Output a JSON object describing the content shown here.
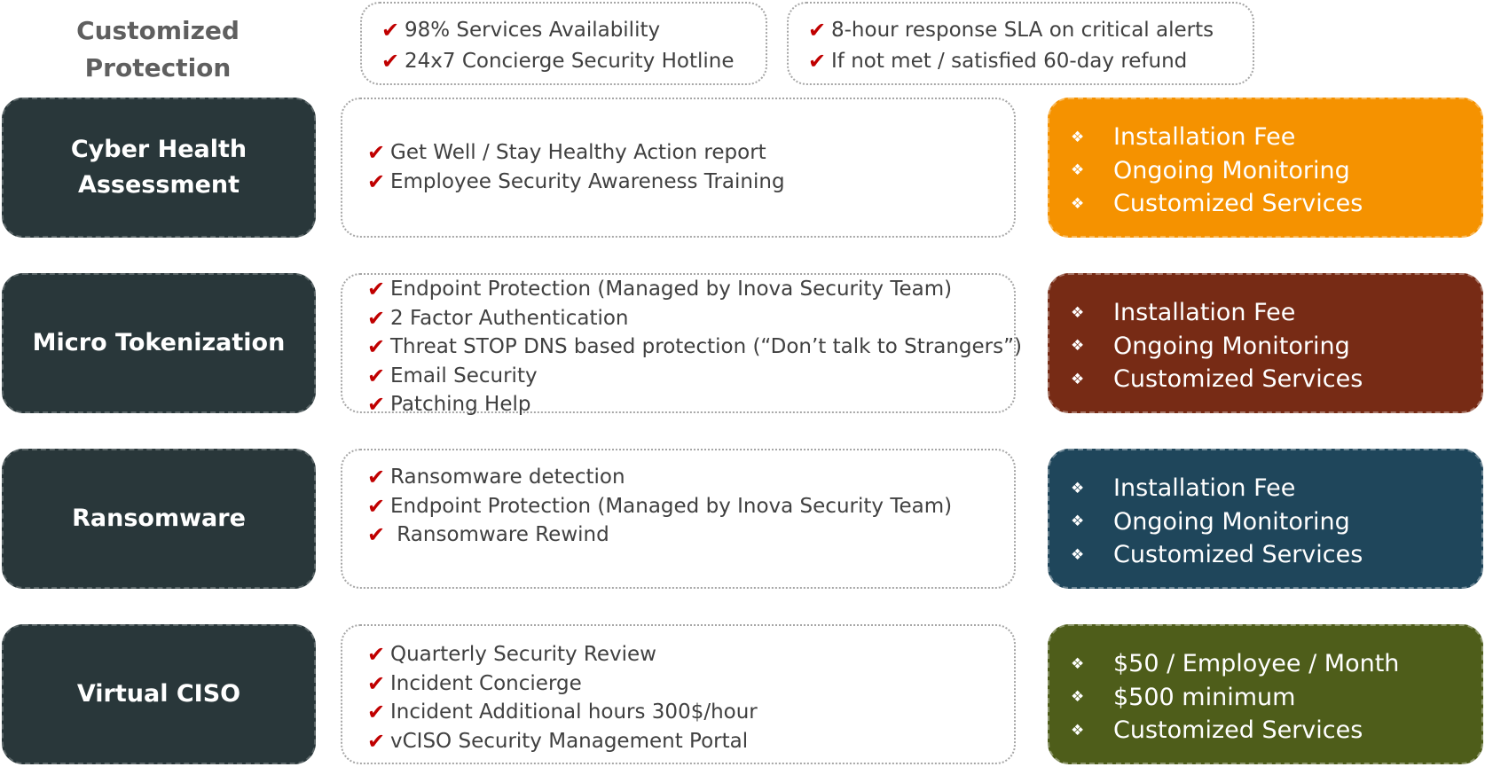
{
  "title": [
    "Customized",
    "Protection"
  ],
  "guarantees": [
    {
      "items": [
        "98% Services Availability",
        "24x7 Concierge Security Hotline"
      ]
    },
    {
      "items": [
        "8-hour response SLA on critical alerts",
        "If not met / satisfied 60-day refund"
      ]
    }
  ],
  "rows": [
    {
      "name": [
        "Cyber Health",
        "Assessment"
      ],
      "features": [
        "Get Well / Stay Healthy Action report",
        "Employee Security Awareness Training"
      ],
      "pricing": [
        "Installation Fee",
        "Ongoing Monitoring",
        "Customized Services"
      ],
      "color": "#f59200"
    },
    {
      "name": [
        "Micro Tokenization"
      ],
      "features": [
        "Endpoint Protection (Managed by Inova Security Team)",
        "2 Factor Authentication",
        "Threat STOP DNS based protection (“Don’t talk to Strangers”)",
        "Email Security",
        "Patching Help"
      ],
      "pricing": [
        "Installation Fee",
        "Ongoing Monitoring",
        "Customized Services"
      ],
      "color": "#772b15"
    },
    {
      "name": [
        "Ransomware"
      ],
      "features": [
        "Ransomware detection",
        "Endpoint Protection (Managed by Inova Security Team)",
        " Ransomware Rewind"
      ],
      "pricing": [
        "Installation Fee",
        "Ongoing Monitoring",
        "Customized Services"
      ],
      "color": "#1f465b"
    },
    {
      "name": [
        "Virtual CISO"
      ],
      "features": [
        "Quarterly Security Review",
        "Incident Concierge",
        "Incident Additional hours 300$/hour",
        "vCISO Security Management Portal"
      ],
      "pricing": [
        "$50 / Employee / Month",
        "$500 minimum",
        "Customized Services"
      ],
      "color": "#4e5d1a"
    }
  ],
  "icons": {
    "check": "✔",
    "bullet": "❖"
  }
}
